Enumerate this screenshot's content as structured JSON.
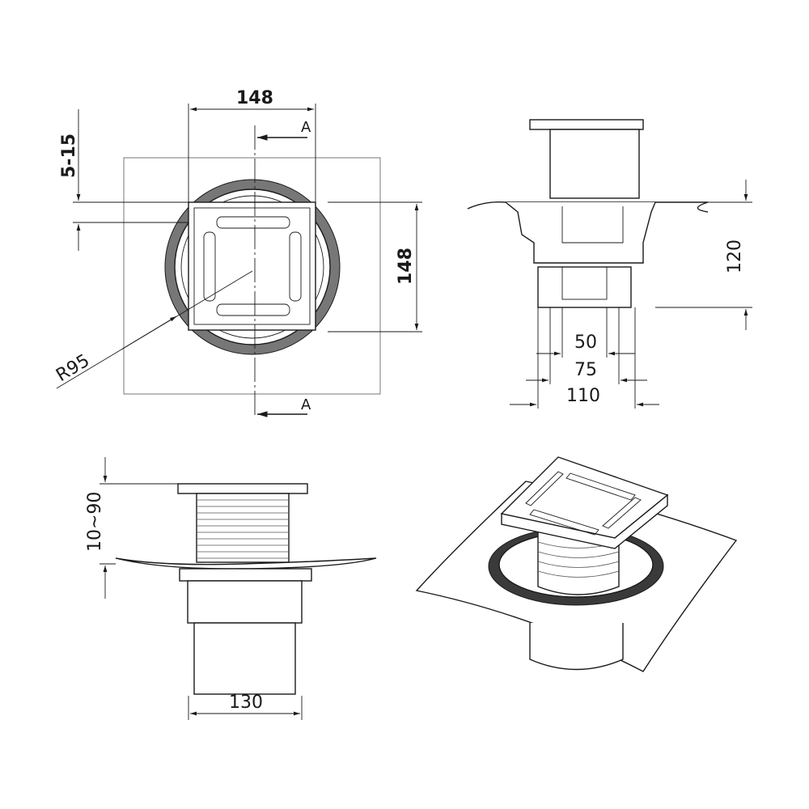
{
  "top_view": {
    "width_label": "148",
    "height_label": "148",
    "height_adjust_label": "5-15",
    "radius_label": "R95",
    "section_label_top": "A",
    "section_label_bottom": "A"
  },
  "section_view": {
    "height_label": "120",
    "inner_diameter_label": "50",
    "mid_diameter_label": "75",
    "outer_diameter_label": "110"
  },
  "side_view": {
    "adjust_range_label": "10~90",
    "width_label": "130"
  }
}
